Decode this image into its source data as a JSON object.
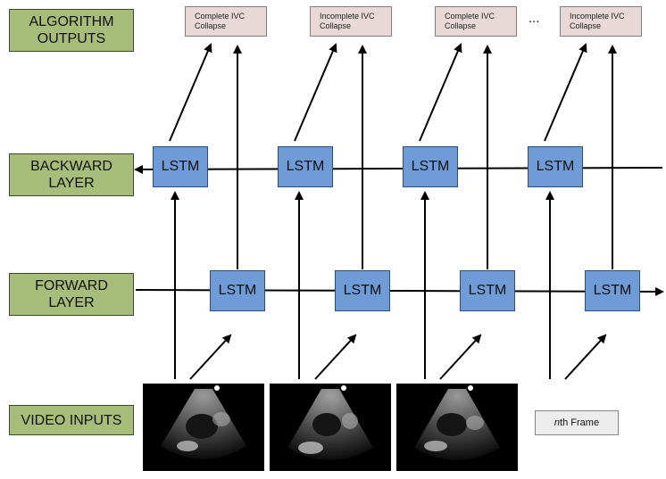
{
  "labels": {
    "outputs": "ALGORITHM\nOUTPUTS",
    "backward": "BACKWARD\nLAYER",
    "forward": "FORWARD\nLAYER",
    "inputs": "VIDEO INPUTS"
  },
  "outputs": [
    "Complete IVC\nCollapse",
    "Incomplete IVC\nCollapse",
    "Complete IVC\nCollapse",
    "Incomplete IVC\nCollapse"
  ],
  "ellipsis": "...",
  "backward_cells": [
    "LSTM",
    "LSTM",
    "LSTM",
    "LSTM"
  ],
  "forward_cells": [
    "LSTM",
    "LSTM",
    "LSTM",
    "LSTM"
  ],
  "last_input": {
    "prefix": "n",
    "suffix": "th Frame"
  },
  "colors": {
    "label_fill": "#a8bd7a",
    "lstm_fill": "#6f9bd6",
    "output_fill": "#e8d8d8",
    "arrow": "#000000"
  }
}
